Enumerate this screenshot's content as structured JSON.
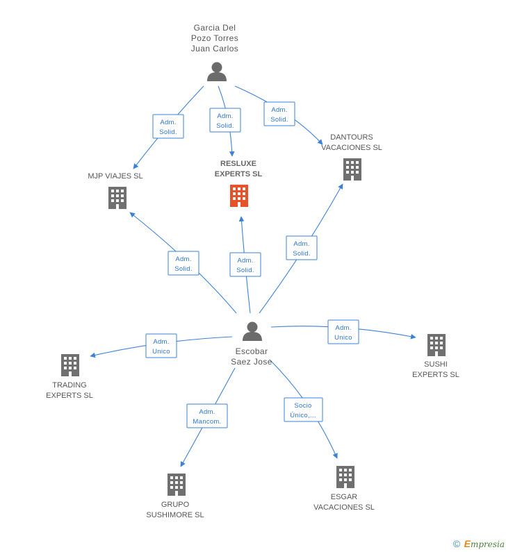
{
  "nodes": {
    "garcia": {
      "label": "Garcia Del\nPozo Torres\nJuan Carlos",
      "kind": "person"
    },
    "escobar": {
      "label": "Escobar\nSaez Jose",
      "kind": "person"
    },
    "resluxe": {
      "label": "RESLUXE\nEXPERTS SL",
      "kind": "company-focus"
    },
    "mjp": {
      "label": "MJP VIAJES SL",
      "kind": "company"
    },
    "dantours": {
      "label": "DANTOURS\nVACACIONES SL",
      "kind": "company"
    },
    "trading": {
      "label": "TRADING\nEXPERTS SL",
      "kind": "company"
    },
    "sushi": {
      "label": "SUSHI\nEXPERTS SL",
      "kind": "company"
    },
    "grupo": {
      "label": "GRUPO\nSUSHIMORE SL",
      "kind": "company"
    },
    "esgar": {
      "label": "ESGAR\nVACACIONES SL",
      "kind": "company"
    }
  },
  "edges": [
    {
      "id": "g-mjp",
      "line1": "Adm.",
      "line2": "Solid."
    },
    {
      "id": "g-resluxe",
      "line1": "Adm.",
      "line2": "Solid."
    },
    {
      "id": "g-dantours",
      "line1": "Adm.",
      "line2": "Solid."
    },
    {
      "id": "e-mjp",
      "line1": "Adm.",
      "line2": "Solid."
    },
    {
      "id": "e-resluxe",
      "line1": "Adm.",
      "line2": "Solid."
    },
    {
      "id": "e-dantours",
      "line1": "Adm.",
      "line2": "Solid."
    },
    {
      "id": "e-trading",
      "line1": "Adm.",
      "line2": "Unico"
    },
    {
      "id": "e-sushi",
      "line1": "Adm.",
      "line2": "Unico"
    },
    {
      "id": "e-grupo",
      "line1": "Adm.",
      "line2": "Mancom."
    },
    {
      "id": "e-esgar",
      "line1": "Socio",
      "line2": "Único,..."
    }
  ],
  "colors": {
    "edge": "#3b82d6",
    "company_icon": "#707070",
    "focus_icon": "#e8522a",
    "person_icon": "#6b6b6b"
  },
  "footer": {
    "copyright": "©",
    "brand_e": "E",
    "brand_rest": "mpresia"
  }
}
